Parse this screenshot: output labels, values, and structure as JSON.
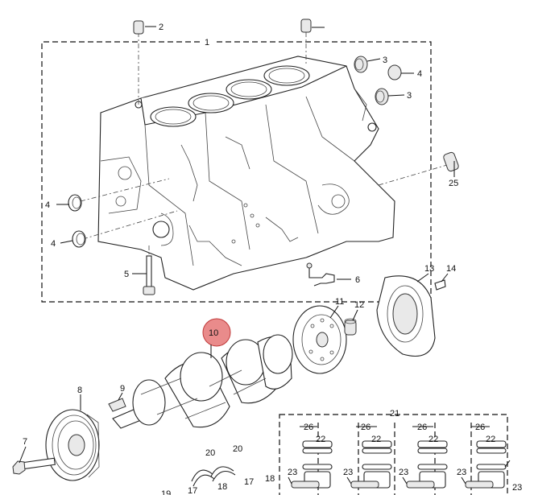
{
  "diagram": {
    "callouts": {
      "c1": "1",
      "c2": "2",
      "c3a": "3",
      "c3b": "3",
      "c4a": "4",
      "c4b": "4",
      "c4c": "4",
      "c5": "5",
      "c6": "6",
      "c7": "7",
      "c8": "8",
      "c9": "9",
      "c10": "10",
      "c11": "11",
      "c12": "12",
      "c13": "13",
      "c14": "14",
      "c17a": "17",
      "c17b": "17",
      "c18a": "18",
      "c18b": "18",
      "c19": "19",
      "c20a": "20",
      "c20b": "20",
      "c21": "21",
      "c22a": "22",
      "c22b": "22",
      "c22c": "22",
      "c22d": "22",
      "c23a": "23",
      "c23b": "23",
      "c23c": "23",
      "c23d": "23",
      "c23e": "23",
      "c25": "25",
      "c26a": "26",
      "c26b": "26",
      "c26c": "26",
      "c26d": "26"
    },
    "highlight_color": "#e05a5a"
  }
}
